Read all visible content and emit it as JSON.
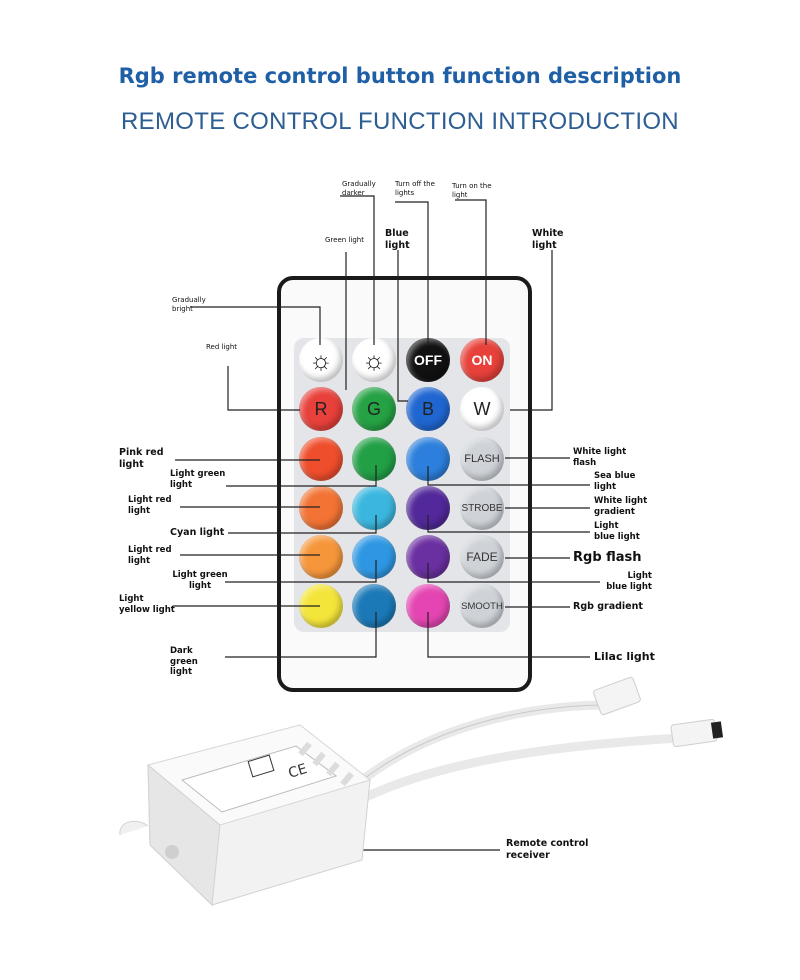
{
  "header": {
    "title": "Rgb remote control button function description",
    "subtitle": "REMOTE CONTROL FUNCTION INTRODUCTION"
  },
  "remote": {
    "buttons": {
      "bright_up": "☼",
      "bright_down": "☼",
      "off": "OFF",
      "on": "ON",
      "r": "R",
      "g": "G",
      "b": "B",
      "w": "W",
      "flash": "FLASH",
      "strobe": "STROBE",
      "fade": "FADE",
      "smooth": "SMOOTH"
    },
    "colors": {
      "red": "#e8403a",
      "green": "#25a244",
      "blue": "#1f66d1",
      "white": "#ffffff",
      "black": "#111111",
      "orange1": "#ef5a2a",
      "orange2": "#f47a35",
      "orange3": "#f79a3c",
      "yellow": "#f4e63a",
      "cyan1": "#3bb3e0",
      "sky": "#2f97e3",
      "teal": "#1b7bbd",
      "purple1": "#5b2a9c",
      "purple2": "#7a3aa8",
      "pink": "#e845b4",
      "grey": "#cfd3d8"
    }
  },
  "labels": {
    "gradually_darker": "Gradually darker",
    "turn_off": "Turn off the lights",
    "turn_on": "Turn on the light",
    "green_light": "Green light",
    "blue_light": "Blue light",
    "white_light": "White light",
    "gradually_bright": "Gradually bright",
    "red_light": "Red light",
    "pink_red": "Pink red light",
    "light_green": "Light green light",
    "light_red_1": "Light red light",
    "cyan": "Cyan light",
    "light_red_2": "Light red light",
    "light_green_2": "Light green light",
    "light_yellow": "Light yellow light",
    "dark_green": "Dark green light",
    "white_flash": "White light flash",
    "sea_blue": "Sea blue light",
    "white_gradient": "White light gradient",
    "light_blue_1": "Light blue light",
    "rgb_flash": "Rgb flash",
    "light_blue_2": "Light blue light",
    "rgb_gradient": "Rgb gradient",
    "lilac": "Lilac light",
    "receiver": "Remote control receiver"
  }
}
